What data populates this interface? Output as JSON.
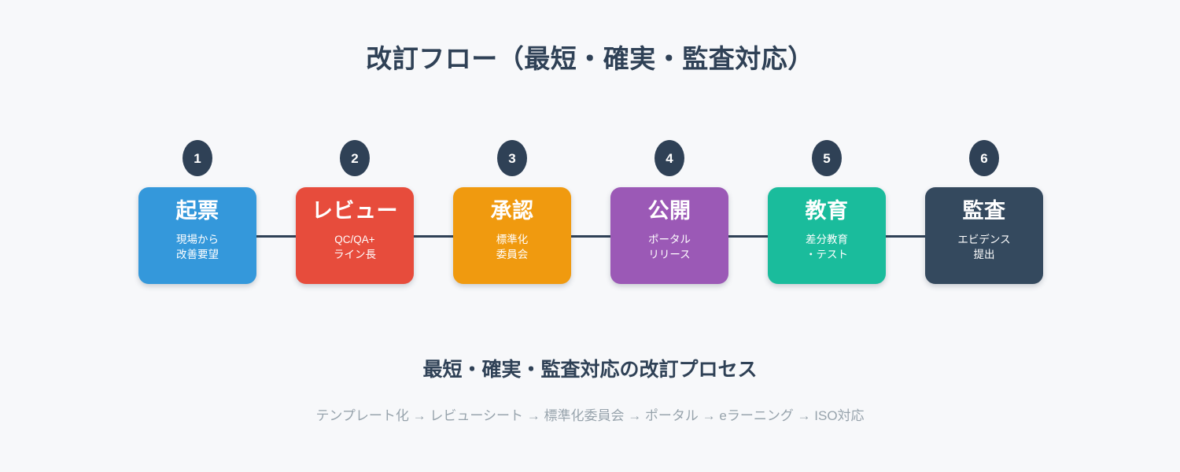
{
  "title": "改訂フロー（最短・確実・監査対応）",
  "subtitle": "最短・確実・監査対応の改訂プロセス",
  "caption": "テンプレート化 → レビューシート → 標準化委員会 → ポータル → eラーニング → ISO対応",
  "colors": {
    "background": "#f7f8fa",
    "text_dark": "#2f4156",
    "caption_text": "#97a3ac",
    "connector": "#2f4156",
    "badge": "#2f4156"
  },
  "chart_data": {
    "type": "diagram",
    "diagram_kind": "horizontal-process-flow",
    "title": "改訂フロー（最短・確実・監査対応）",
    "step_count": 6,
    "connector_style": "straight-line",
    "steps": [
      {
        "number": "1",
        "label": "起票",
        "sublabel": "現場から\n改善要望",
        "color": "#3498db"
      },
      {
        "number": "2",
        "label": "レビュー",
        "sublabel": "QC/QA+\nライン長",
        "color": "#e74c3c"
      },
      {
        "number": "3",
        "label": "承認",
        "sublabel": "標準化\n委員会",
        "color": "#f09a0f"
      },
      {
        "number": "4",
        "label": "公開",
        "sublabel": "ポータル\nリリース",
        "color": "#9b59b6"
      },
      {
        "number": "5",
        "label": "教育",
        "sublabel": "差分教育\n・テスト",
        "color": "#1abc9c"
      },
      {
        "number": "6",
        "label": "監査",
        "sublabel": "エビデンス\n提出",
        "color": "#34495e"
      }
    ]
  }
}
